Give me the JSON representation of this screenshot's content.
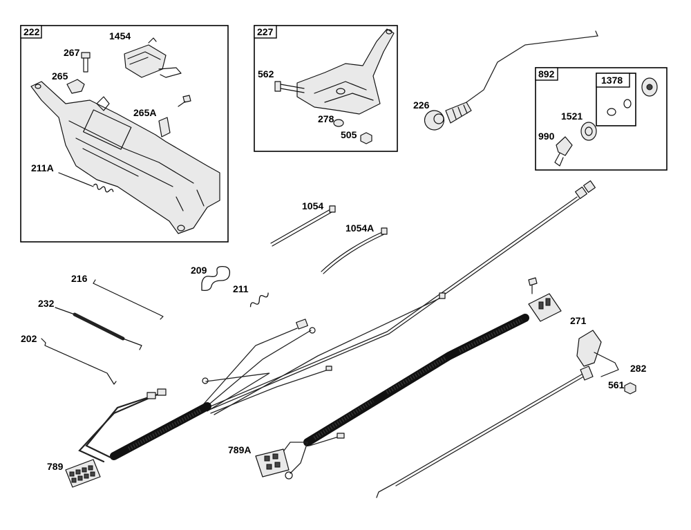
{
  "callouts": {
    "c222": "222",
    "c1454": "1454",
    "c267": "267",
    "c265": "265",
    "c265A": "265A",
    "c211A": "211A",
    "c227": "227",
    "c562": "562",
    "c278": "278",
    "c505": "505",
    "c226": "226",
    "c892": "892",
    "c1378": "1378",
    "c1521": "1521",
    "c990": "990",
    "c1054": "1054",
    "c1054A": "1054A",
    "c216": "216",
    "c232": "232",
    "c202": "202",
    "c209": "209",
    "c211": "211",
    "c271": "271",
    "c282": "282",
    "c561": "561",
    "c789": "789",
    "c789A": "789A"
  }
}
